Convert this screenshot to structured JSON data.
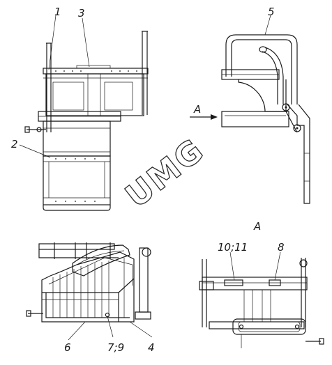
{
  "watermark": "UMG",
  "view_arrow_label": "A",
  "view_title": "A",
  "callouts": {
    "c1": "1",
    "c2": "2",
    "c3": "3",
    "c4": "4",
    "c5": "5",
    "c6": "6",
    "c79": "7;9",
    "c8": "8",
    "c1011": "10;11"
  },
  "colors": {
    "line": "#1a1a1a",
    "background": "#ffffff"
  }
}
